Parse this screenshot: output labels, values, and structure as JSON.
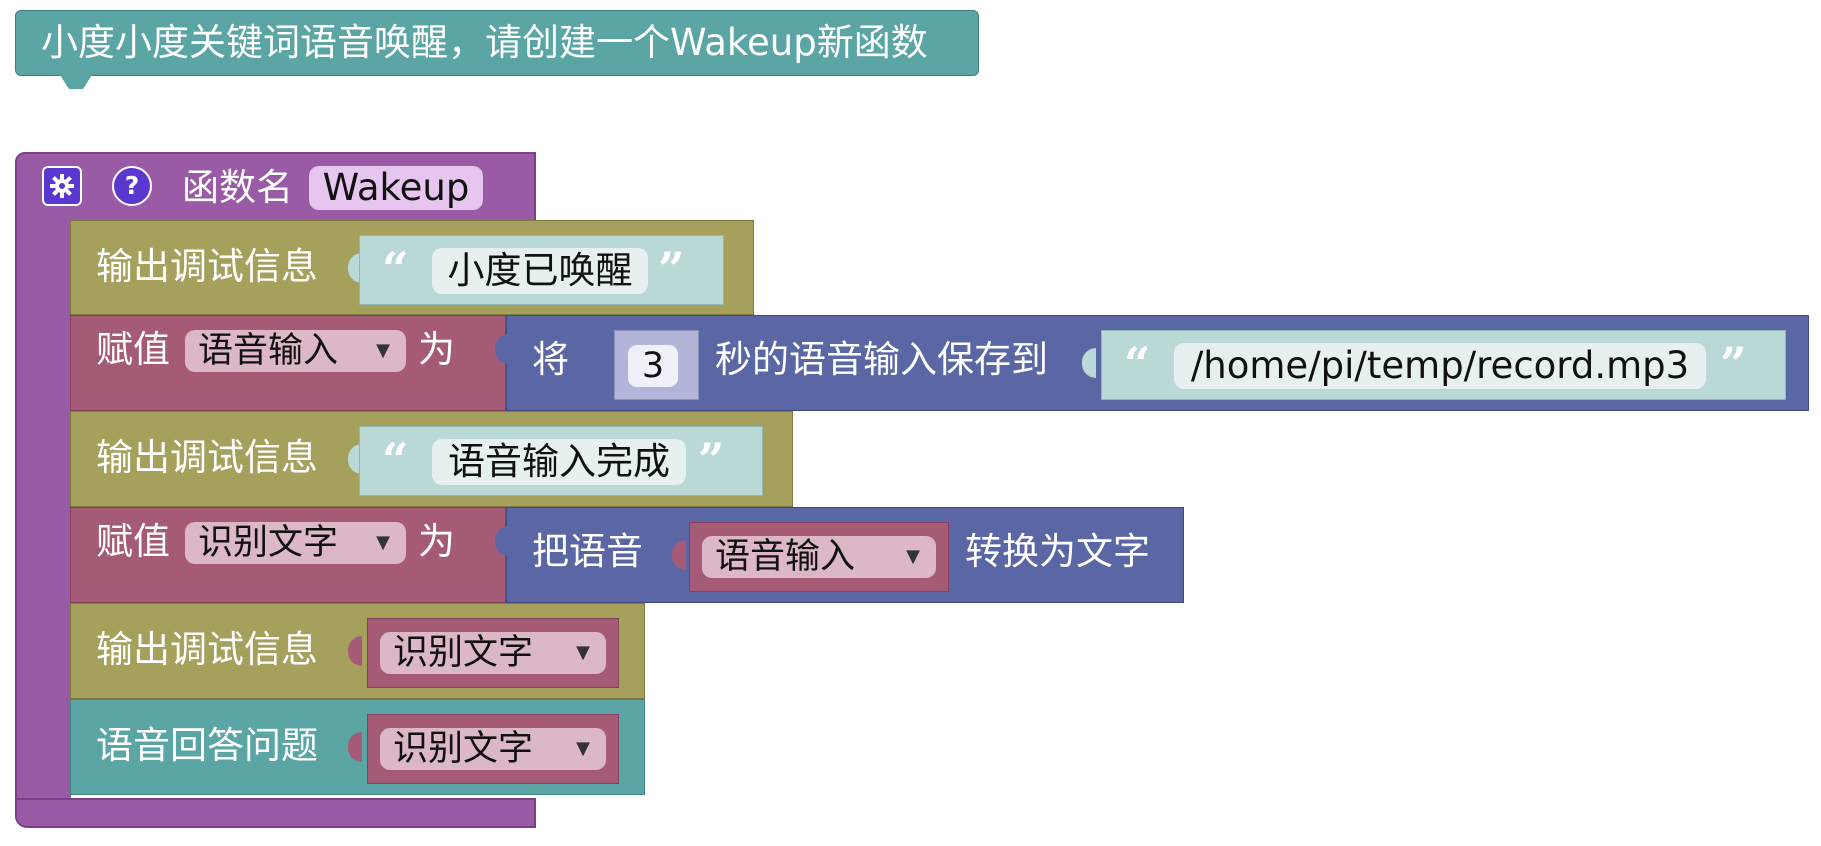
{
  "comment": {
    "text": "小度小度关键词语音唤醒，请创建一个Wakeup新函数"
  },
  "function": {
    "gear_icon": "gear-icon",
    "help_icon": "question-icon",
    "help_symbol": "?",
    "name_label": "函数名",
    "name_value": "Wakeup"
  },
  "statements": [
    {
      "label": "输出调试信息",
      "string": "小度已唤醒"
    },
    {
      "label": "赋值",
      "var": "语音输入",
      "as": "为",
      "save_label": "将",
      "seconds": "3",
      "save_mid": "秒的语音输入保存到",
      "path": "/home/pi/temp/record.mp3"
    },
    {
      "label": "输出调试信息",
      "string": "语音输入完成"
    },
    {
      "label": "赋值",
      "var": "识别文字",
      "as": "为",
      "conv_label": "把语音",
      "conv_var": "语音输入",
      "conv_suffix": "转换为文字"
    },
    {
      "label": "输出调试信息",
      "var": "识别文字"
    },
    {
      "label": "语音回答问题",
      "var": "识别文字"
    }
  ],
  "quote_open": "“",
  "quote_close": "”",
  "dropdown_arrow": "▼",
  "colors": {
    "comment": "#5ba5a5",
    "function": "#995ba5",
    "debug": "#a5a05b",
    "assign": "#a55b76",
    "voice": "#5b67a5",
    "answer": "#5ba5a5",
    "string": "#bad8d5"
  }
}
